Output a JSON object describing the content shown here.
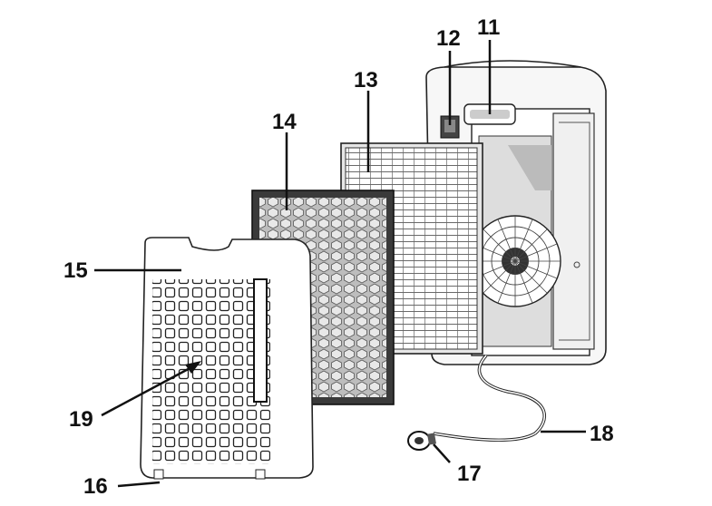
{
  "diagram": {
    "callouts": [
      {
        "id": "11",
        "text": "11"
      },
      {
        "id": "12",
        "text": "12"
      },
      {
        "id": "13",
        "text": "13"
      },
      {
        "id": "14",
        "text": "14"
      },
      {
        "id": "15",
        "text": "15"
      },
      {
        "id": "16",
        "text": "16"
      },
      {
        "id": "17",
        "text": "17"
      },
      {
        "id": "18",
        "text": "18"
      },
      {
        "id": "19",
        "text": "19"
      }
    ]
  }
}
